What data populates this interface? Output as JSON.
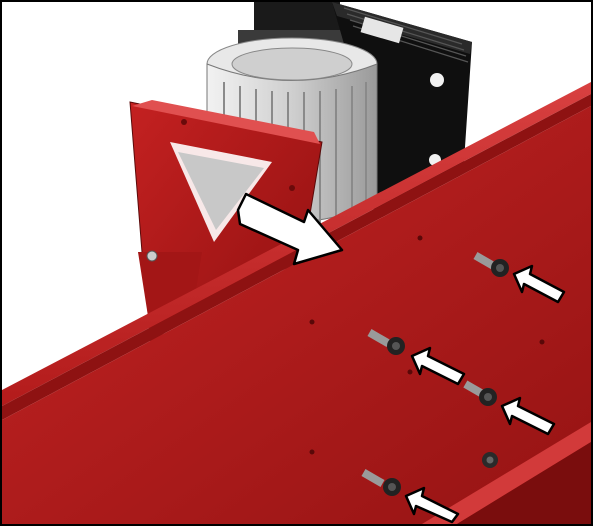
{
  "illustration": {
    "subject": "motor-mount-assembly-onto-red-gantry-beam",
    "arrow_color": "#ffffff",
    "arrow_outline": "#000000",
    "beam_color": "#b31b1b",
    "motor_body_color": "#d9d9d9",
    "motor_box_color": "#111111",
    "bolt_count": 5,
    "arrow_count": 5
  }
}
